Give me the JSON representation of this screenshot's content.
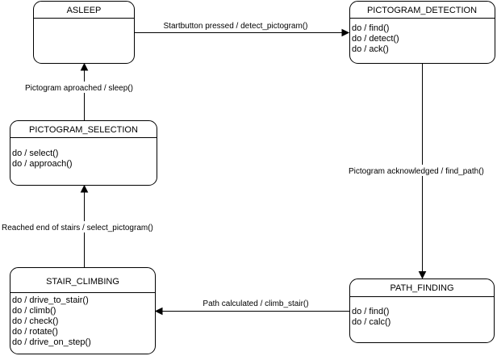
{
  "states": [
    {
      "id": "asleep",
      "name": "ASLEEP",
      "actions": []
    },
    {
      "id": "pictogram_detection",
      "name": "PICTOGRAM_DETECTION",
      "actions": [
        "do / find()",
        "do / detect()",
        "do / ack()"
      ]
    },
    {
      "id": "pictogram_selection",
      "name": "PICTOGRAM_SELECTION",
      "actions": [
        "do / select()",
        "do / approach()"
      ]
    },
    {
      "id": "stair_climbing",
      "name": "STAIR_CLIMBING",
      "actions": [
        "do / drive_to_stair()",
        "do / climb()",
        "do / check()",
        "do / rotate()",
        "do / drive_on_step()"
      ]
    },
    {
      "id": "path_finding",
      "name": "PATH_FINDING",
      "actions": [
        "do / find()",
        "do / calc()"
      ]
    }
  ],
  "transitions": [
    {
      "id": "t1",
      "from": "asleep",
      "to": "pictogram_detection",
      "label": "Startbutton pressed / detect_pictogram()"
    },
    {
      "id": "t2",
      "from": "pictogram_detection",
      "to": "path_finding",
      "label": "Pictogram acknowledged / find_path()"
    },
    {
      "id": "t3",
      "from": "path_finding",
      "to": "stair_climbing",
      "label": "Path calculated / climb_stair()"
    },
    {
      "id": "t4",
      "from": "stair_climbing",
      "to": "pictogram_selection",
      "label": "Reached end of stairs / select_pictogram()"
    },
    {
      "id": "t5",
      "from": "pictogram_selection",
      "to": "asleep",
      "label": "Pictogram aproached / sleep()"
    }
  ]
}
